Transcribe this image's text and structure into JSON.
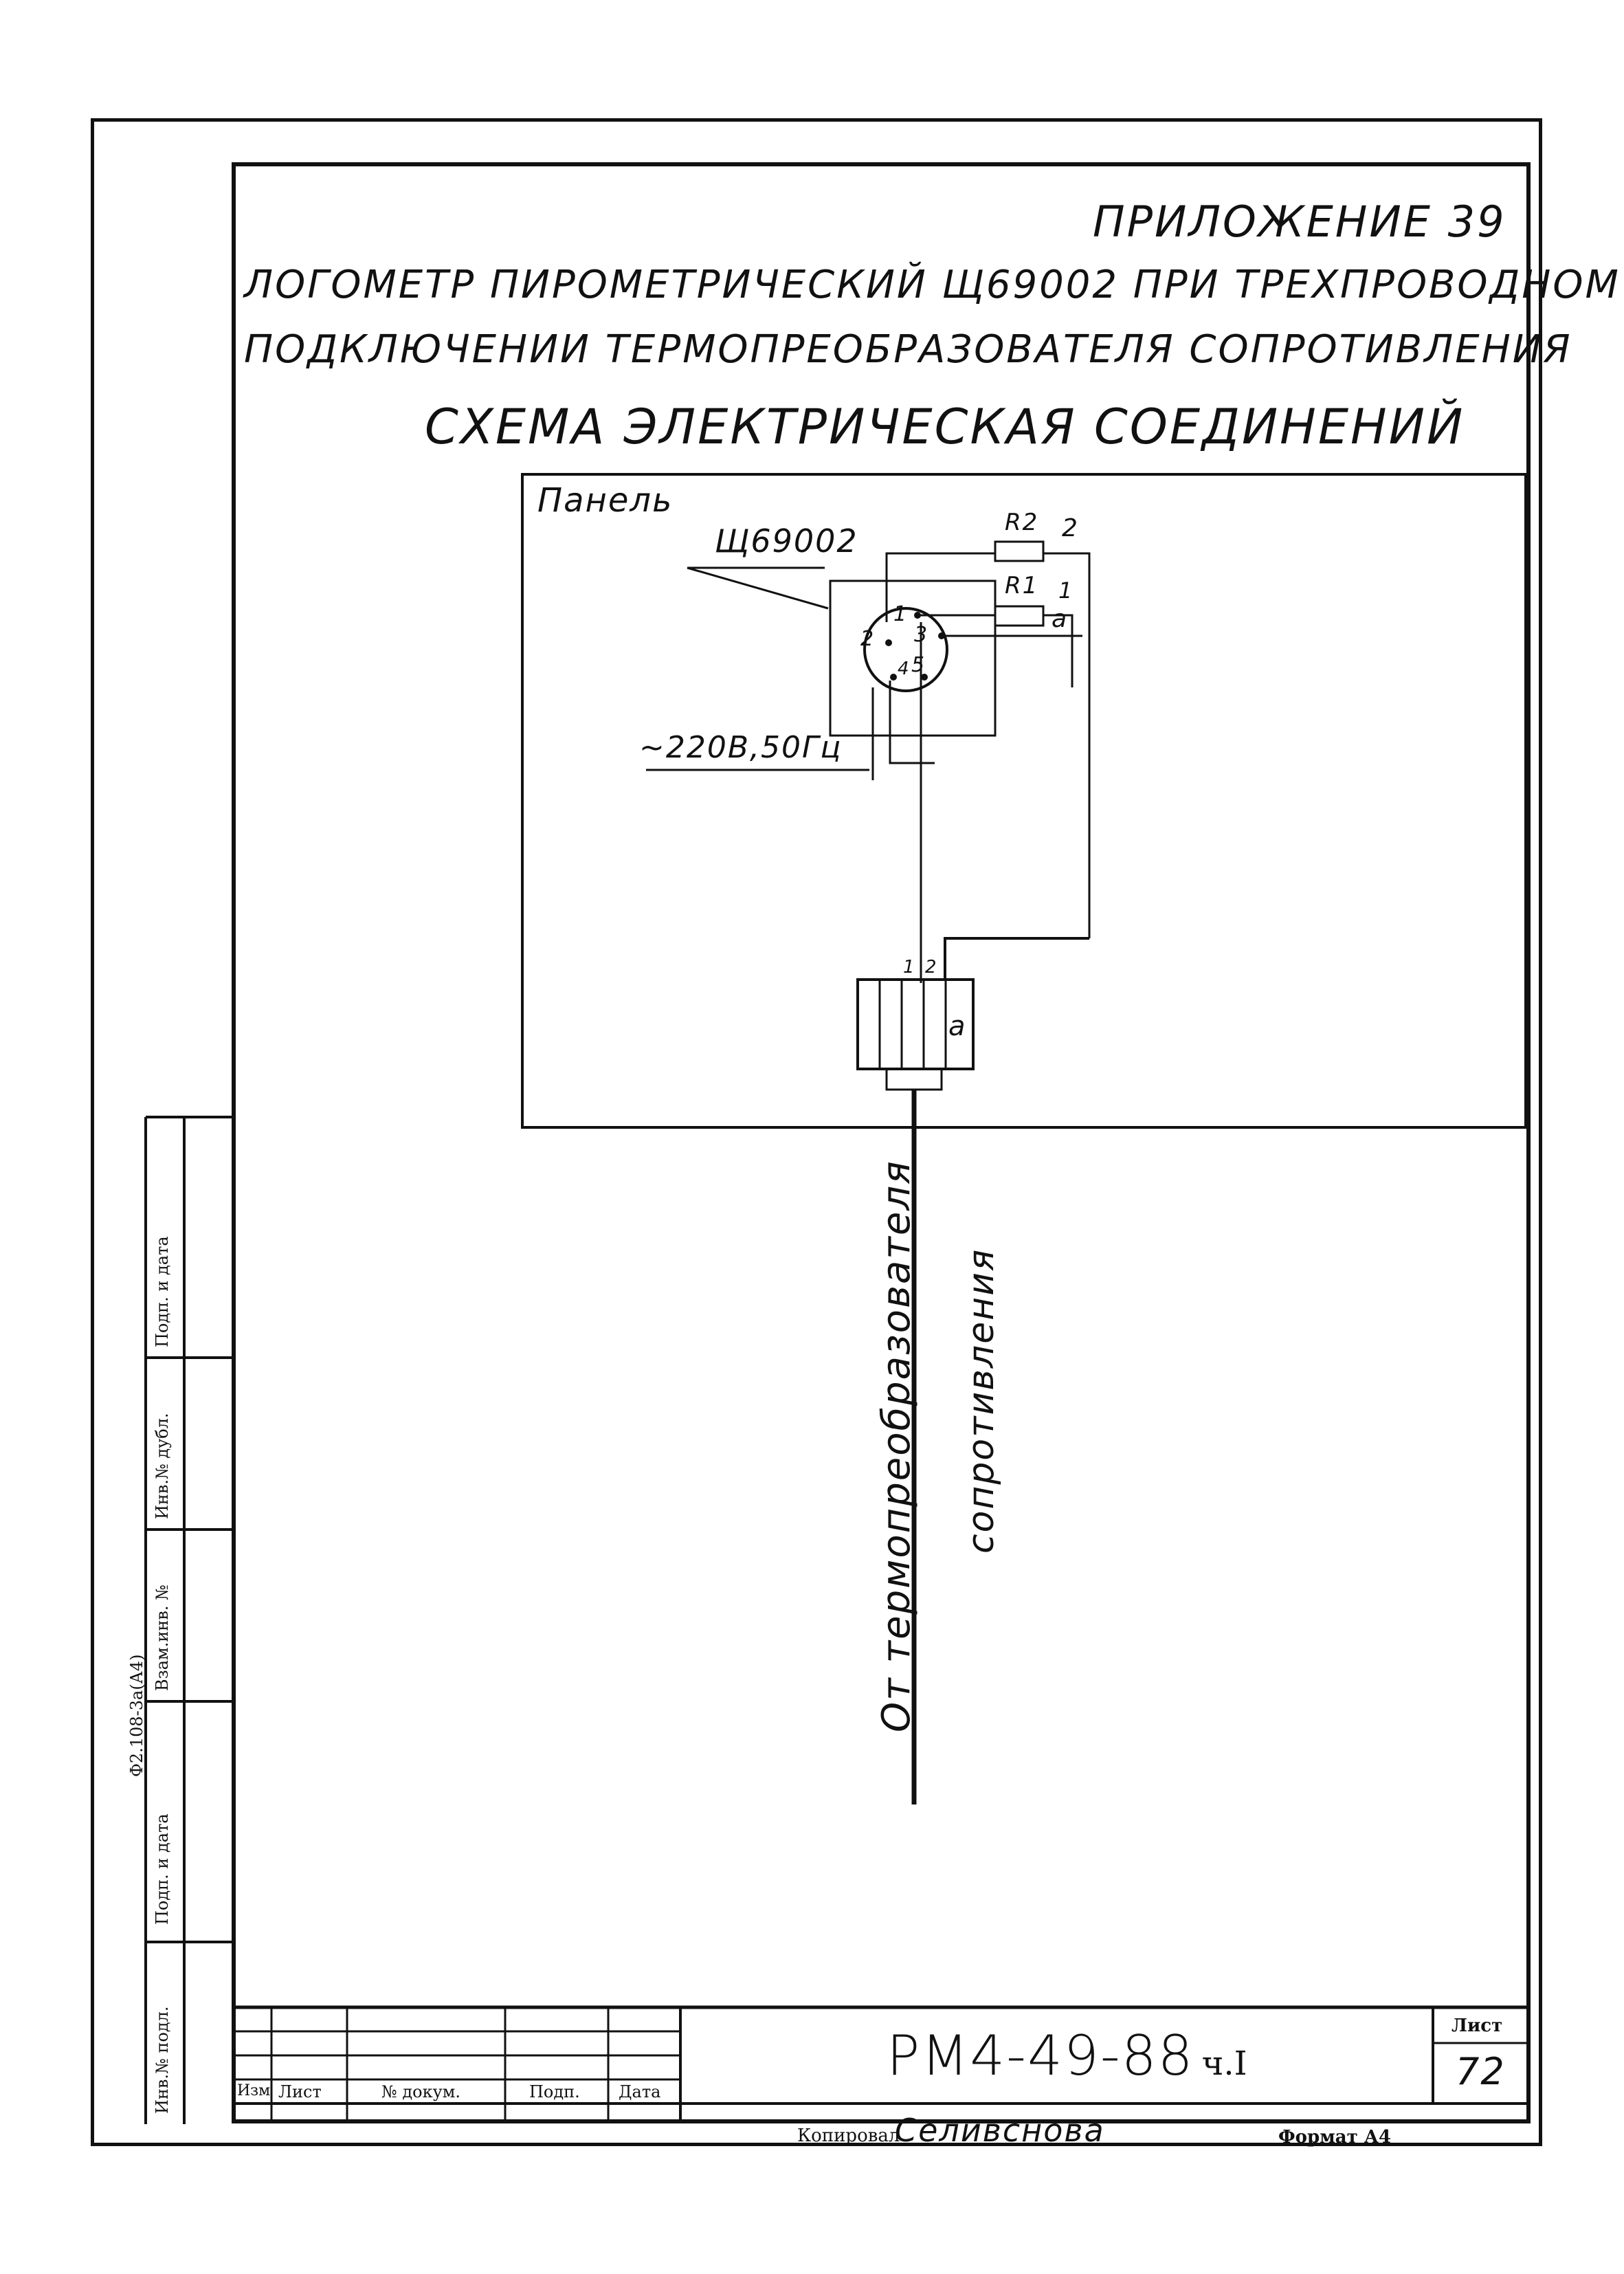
{
  "header": {
    "appendix": "ПРИЛОЖЕНИЕ 39",
    "title_line1": "ЛОГОМЕТР ПИРОМЕТРИЧЕСКИЙ Щ69002 ПРИ ТРЕХПРОВОДНОМ",
    "title_line2": "ПОДКЛЮЧЕНИИ ТЕРМОПРЕОБРАЗОВАТЕЛЯ СОПРОТИВЛЕНИЯ",
    "title_line3": "СХЕМА ЭЛЕКТРИЧЕСКАЯ СОЕДИНЕНИЙ"
  },
  "diagram": {
    "panel_label": "Панель",
    "device_label": "Щ69002",
    "resistor_r2": "R2",
    "resistor_r1": "R1",
    "terminal_2": "2",
    "terminal_1": "1",
    "terminal_a": "a",
    "pin_1": "1",
    "pin_2": "2",
    "pin_3": "3",
    "pin_4": "4",
    "pin_5": "5",
    "power_label": "~220В,50Гц",
    "block_1": "1",
    "block_2": "2",
    "block_a": "a",
    "cable_label_1": "От термопреобразователя",
    "cable_label_2": "сопротивления"
  },
  "side_stamp": {
    "form": "Ф2.108-3а(А4)",
    "col1": "Инв.№ подл.",
    "col2": "Подп. и дата",
    "col3": "Взам.инв. №",
    "col4": "Инв.№ дубл.",
    "col5": "Подп. и дата"
  },
  "title_block": {
    "h_izm": "Изм",
    "h_list": "Лист",
    "h_doc": "№ докум.",
    "h_podp": "Подп.",
    "h_date": "Дата",
    "code": "РМ4-49-88",
    "part": "ч.I",
    "sheet_label": "Лист",
    "sheet_no": "72",
    "copied_label": "Копировал",
    "copied_name": "Селивснова",
    "format_label": "Формат А4"
  }
}
